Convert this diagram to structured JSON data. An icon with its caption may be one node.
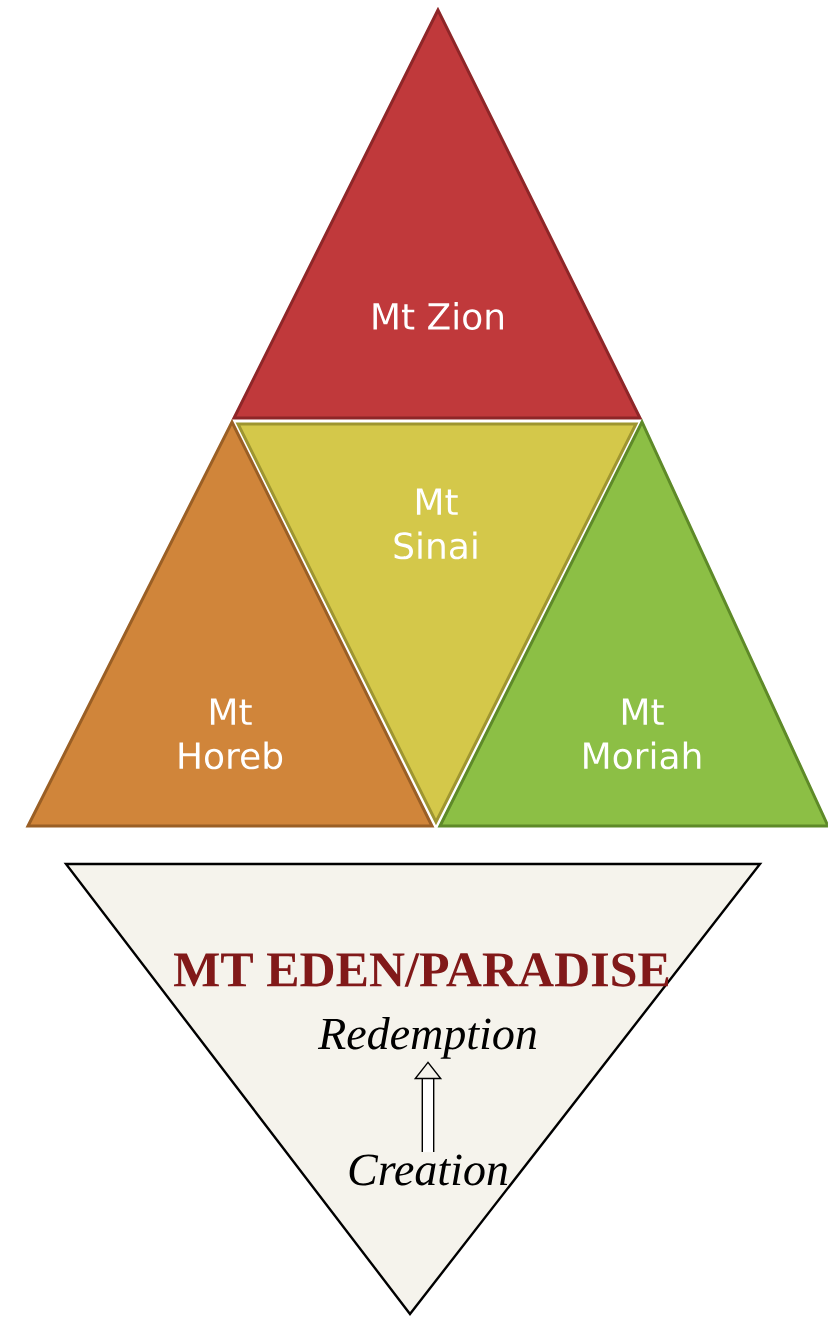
{
  "diagram": {
    "nodes": [
      {
        "text": [
          "Mt Zion"
        ]
      },
      {
        "text": [
          "Mt Sinai"
        ]
      },
      {
        "text": [
          "Mt Horeb"
        ]
      },
      {
        "text": [
          "Mt Moriah"
        ]
      },
      {
        "text": [
          "MT EDEN/PARADISE"
        ]
      },
      {
        "text": [
          "Redemption"
        ],
        "in": 4
      },
      {
        "text": [
          "Creation"
        ],
        "in": 4
      }
    ],
    "edges": [
      {
        "from": 6,
        "to": 5,
        "arrow": "to"
      }
    ]
  }
}
